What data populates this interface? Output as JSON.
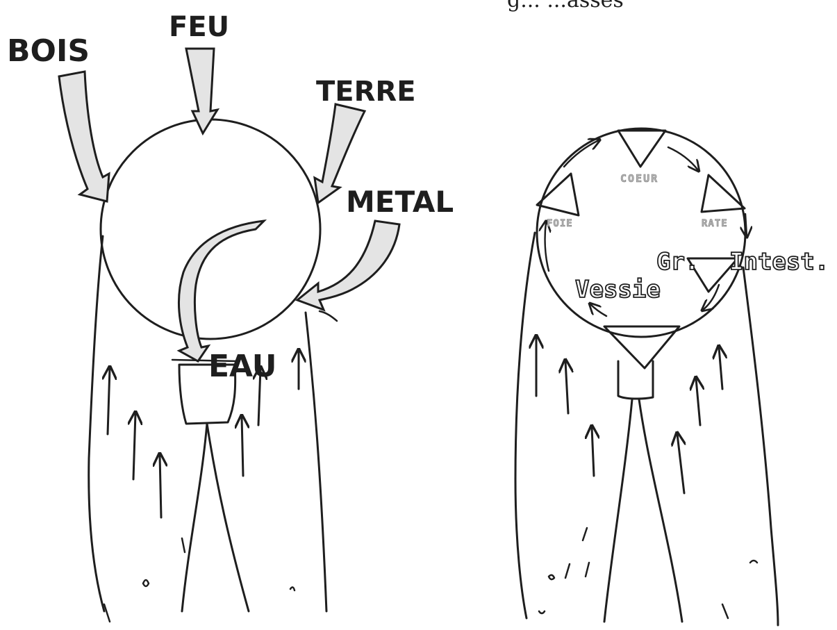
{
  "top_caption": "g... ...asses",
  "left_diagram": {
    "labels": {
      "bois": "BOIS",
      "feu": "FEU",
      "terre": "TERRE",
      "metal": "METAL",
      "eau": "EAU"
    }
  },
  "right_diagram": {
    "labels": {
      "coeur": "COEUR",
      "foie": "FOIE",
      "rate": "RATE",
      "gr": "Gr.",
      "intest": "Intest.",
      "vessie": "Vessie"
    }
  }
}
